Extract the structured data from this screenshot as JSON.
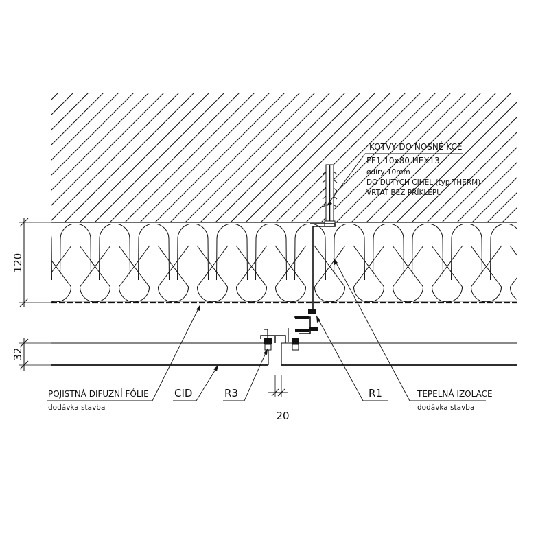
{
  "anchor_note": {
    "heading": "KOTVY DO NOSNÉ KCE",
    "line1": "FF1  10x80  HEX13",
    "line2": "ødíry 10mm",
    "line3": "DO DUTÝCH CIHEL (typ THERM)",
    "line4": "VRTAT BEZ PŘÍKLEPU"
  },
  "labels": {
    "foil_title": "POJISTNÁ DIFUZNÍ FÓLIE",
    "foil_sub": "dodávka stavba",
    "cid": "CID",
    "r3": "R3",
    "r1": "R1",
    "insulation_title": "TEPELNÁ IZOLACE",
    "insulation_sub": "dodávka stavba"
  },
  "dimensions": {
    "insulation_thickness": "120",
    "panel_thickness": "32",
    "joint_gap": "20"
  }
}
